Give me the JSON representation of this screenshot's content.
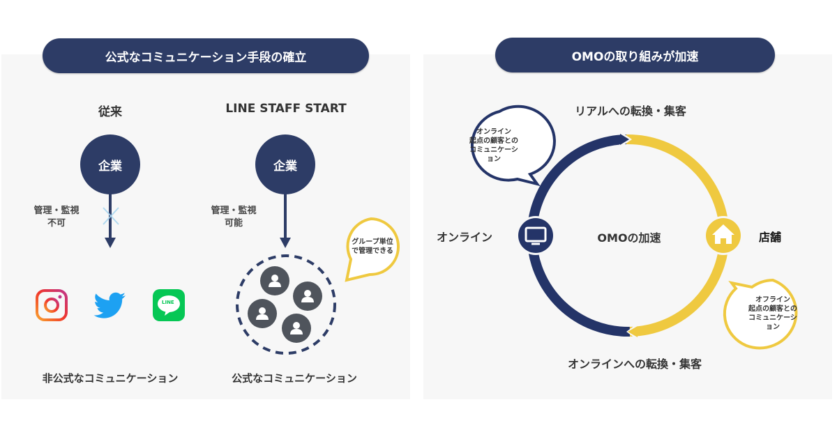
{
  "left": {
    "title": "公式なコミュニケーション手段の確立",
    "col_before": {
      "heading": "従来",
      "node": "企業",
      "arrow_label_1": "管理・監視",
      "arrow_label_2": "不可",
      "icons": [
        "instagram-icon",
        "twitter-icon",
        "line-icon"
      ],
      "line_icon_text": "LINE",
      "footer": "非公式なコミュニケーション"
    },
    "col_after": {
      "heading": "LINE STAFF START",
      "node": "企業",
      "arrow_label_1": "管理・監視",
      "arrow_label_2": "可能",
      "bubble_1": "グループ単位",
      "bubble_2": "で管理できる",
      "group_icons": [
        "user-icon",
        "user-icon",
        "user-icon",
        "user-icon"
      ],
      "footer": "公式なコミュニケーション"
    }
  },
  "right": {
    "title": "OMOの取り組みが加速",
    "top_label": "リアルへの転換・集客",
    "bottom_label": "オンラインへの転換・集客",
    "left_label": "オンライン",
    "right_label": "店舗",
    "center_label": "OMOの加速",
    "bubble_online": [
      "オンライン",
      "起点の顧客との",
      "コミュニケーシ",
      "ョン"
    ],
    "bubble_offline": [
      "オフライン",
      "起点の顧客との",
      "コミュニケーシ",
      "ョン"
    ]
  },
  "colors": {
    "navy": "#2d3c66",
    "ring_navy": "#243468",
    "yellow": "#efc940",
    "panel_bg": "#f7f7f7",
    "user_gray": "#4f545c",
    "cross": "#a9d6f0",
    "instagram_a": "#f9a12e",
    "instagram_b": "#e1306c",
    "twitter": "#1da1f2",
    "line_green": "#06c755"
  }
}
